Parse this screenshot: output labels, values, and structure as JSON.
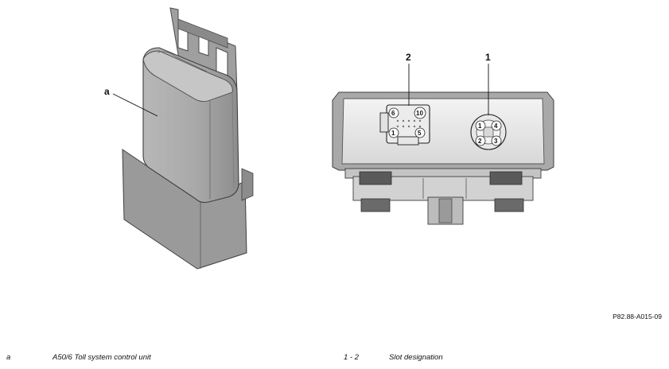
{
  "figure": {
    "callouts": {
      "unit": "a",
      "slot_2": "2",
      "slot_1": "1"
    },
    "connector_rect_pins": [
      "6",
      "10",
      "1",
      "5"
    ],
    "connector_round_pins": [
      "1",
      "4",
      "2",
      "3"
    ],
    "figure_id": "P82.88-A015-09"
  },
  "legend": [
    {
      "key": "a",
      "text": "A50/6 Toll system control unit"
    },
    {
      "key": "1 - 2",
      "text": "Slot designation"
    }
  ]
}
